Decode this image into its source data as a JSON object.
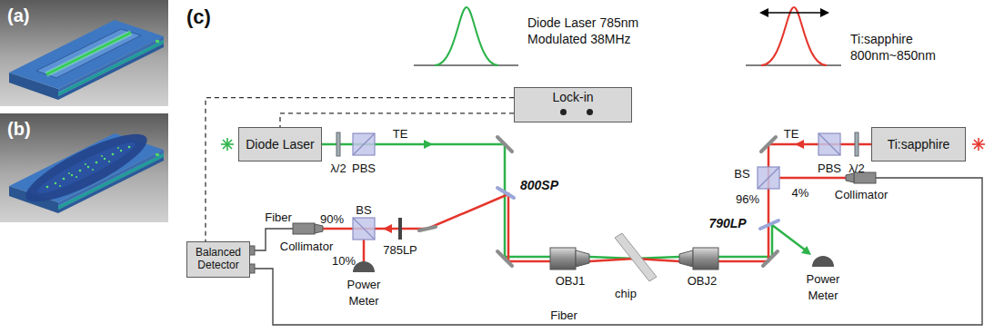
{
  "diagram": {
    "nodes": [
      {
        "text": [
          "Lock-in"
        ]
      },
      {
        "text": [
          "Diode Laser"
        ]
      },
      {
        "text": [
          "Ti:sapphire"
        ]
      },
      {
        "text": [
          "Balanced Detector"
        ]
      }
    ],
    "edges": [
      {
        "from": 0,
        "to": 1,
        "arrow": "none"
      },
      {
        "from": 0,
        "to": 3,
        "arrow": "none"
      }
    ],
    "labels": [
      "(a)",
      "(b)",
      "(c)",
      "Diode Laser 785nm Modulated 38MHz",
      "Ti:sapphire 800nm~850nm",
      "λ/2",
      "PBS",
      "TE",
      "800SP",
      "TE",
      "PBS",
      "λ/2",
      "BS",
      "96%",
      "4%",
      "Collimator",
      "790LP",
      "Power Meter",
      "OBJ1",
      "chip",
      "OBJ2",
      "Fiber",
      "90%",
      "BS",
      "Collimator",
      "785LP",
      "10%",
      "Power Meter",
      "Fiber"
    ]
  }
}
